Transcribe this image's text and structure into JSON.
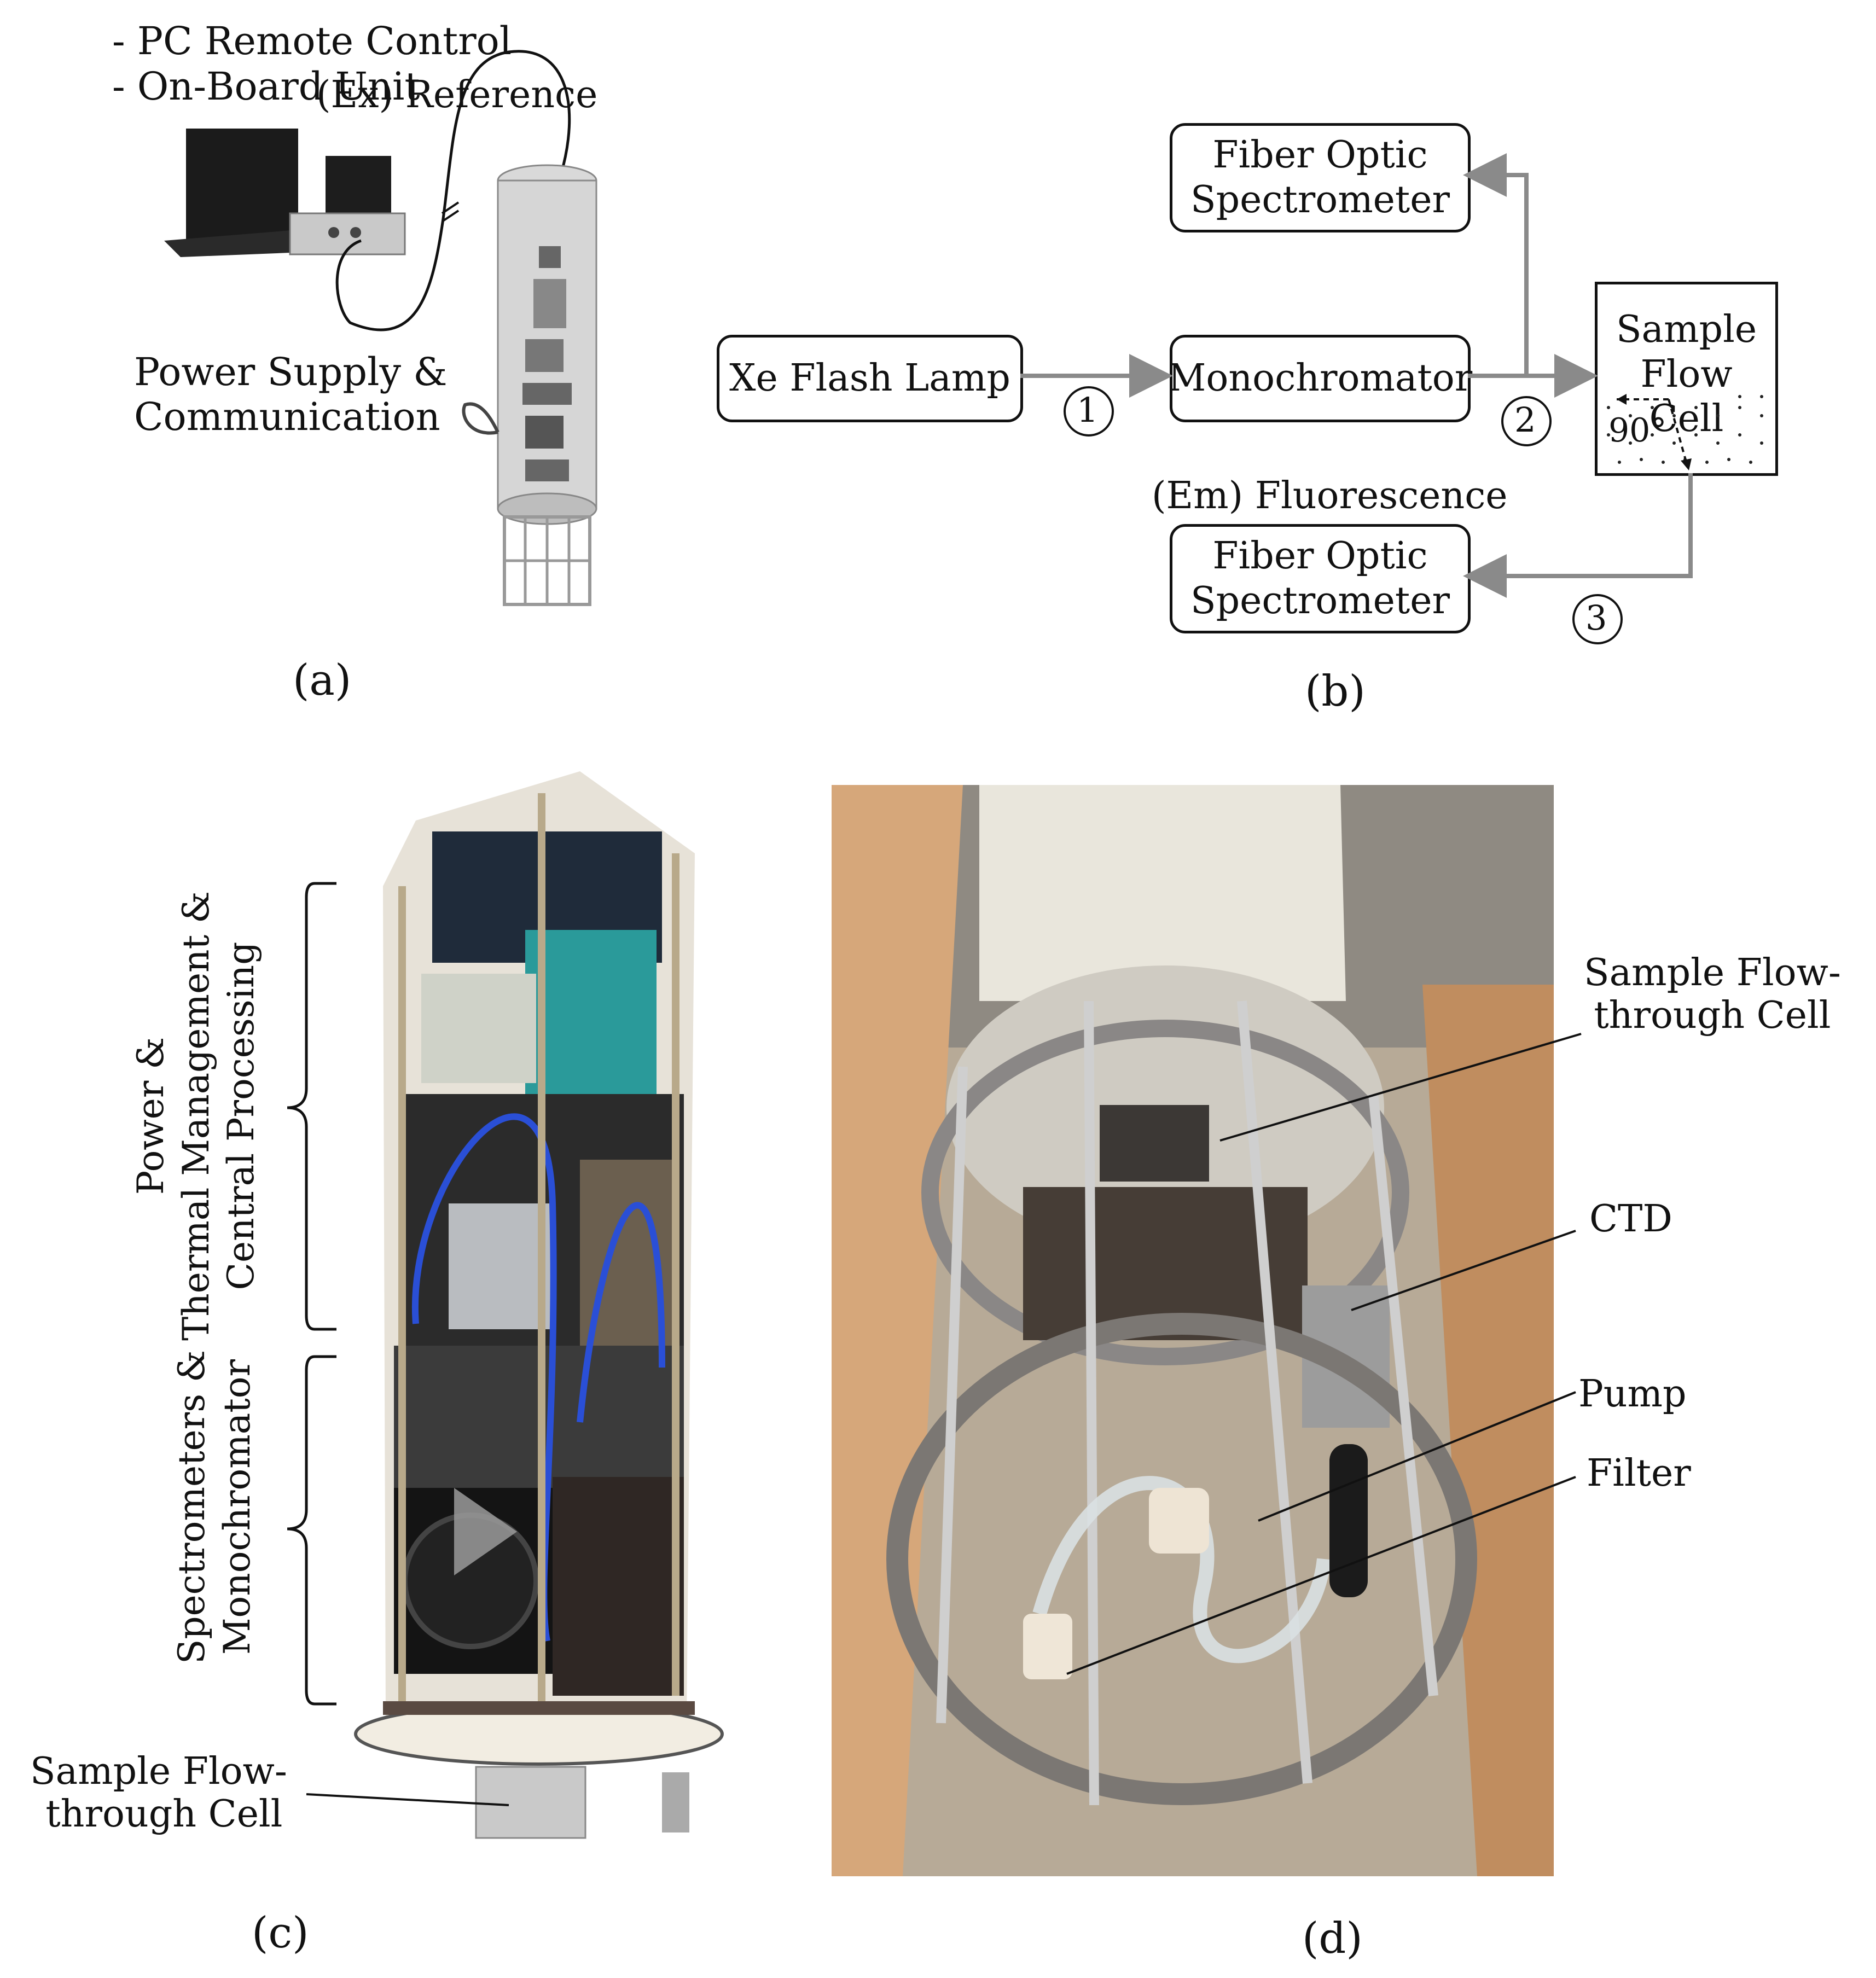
{
  "panel_a": {
    "caption": "(a)",
    "controls": [
      "- PC Remote Control",
      "- On-Board Unit"
    ],
    "power": [
      "Power Supply &",
      "Communication"
    ]
  },
  "panel_b": {
    "caption": "(b)",
    "ex_label": "(Ex) Reference",
    "em_label": "(Em) Fluorescence",
    "ref_box": [
      "Fiber Optic",
      "Spectrometer"
    ],
    "fl_box": [
      "Fiber Optic",
      "Spectrometer"
    ],
    "lamp": "Xe Flash Lamp",
    "mono": "Monochromator",
    "cell": [
      "Sample",
      "Flow Cell"
    ],
    "angle": "90°",
    "steps": [
      "1",
      "2",
      "3"
    ]
  },
  "panel_c": {
    "caption": "(c)",
    "upper_group": [
      "Power &",
      "Thermal Management &",
      "Central Processing"
    ],
    "lower_group": [
      "Spectrometers &",
      "Monochromator"
    ],
    "cell": [
      "Sample Flow-",
      "through Cell"
    ]
  },
  "panel_d": {
    "caption": "(d)",
    "cell": [
      "Sample Flow-",
      "through Cell"
    ],
    "ctd": "CTD",
    "pump": "Pump",
    "filter": "Filter"
  }
}
